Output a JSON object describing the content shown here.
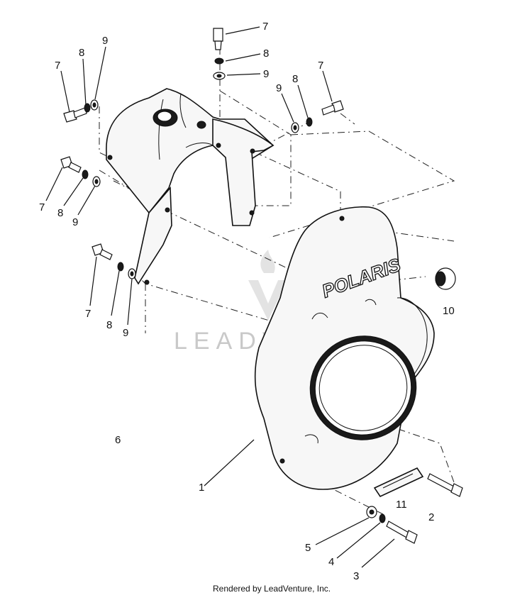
{
  "diagram": {
    "brand_text": "POLARIS",
    "watermark_text": "LEADVENTURE",
    "footer_text": "Rendered by LeadVenture, Inc.",
    "callouts": [
      "7",
      "8",
      "9",
      "7",
      "8",
      "9",
      "9",
      "8",
      "7",
      "7",
      "8",
      "9",
      "7",
      "8",
      "9",
      "10",
      "6",
      "1",
      "11",
      "2",
      "5",
      "4",
      "3"
    ]
  }
}
